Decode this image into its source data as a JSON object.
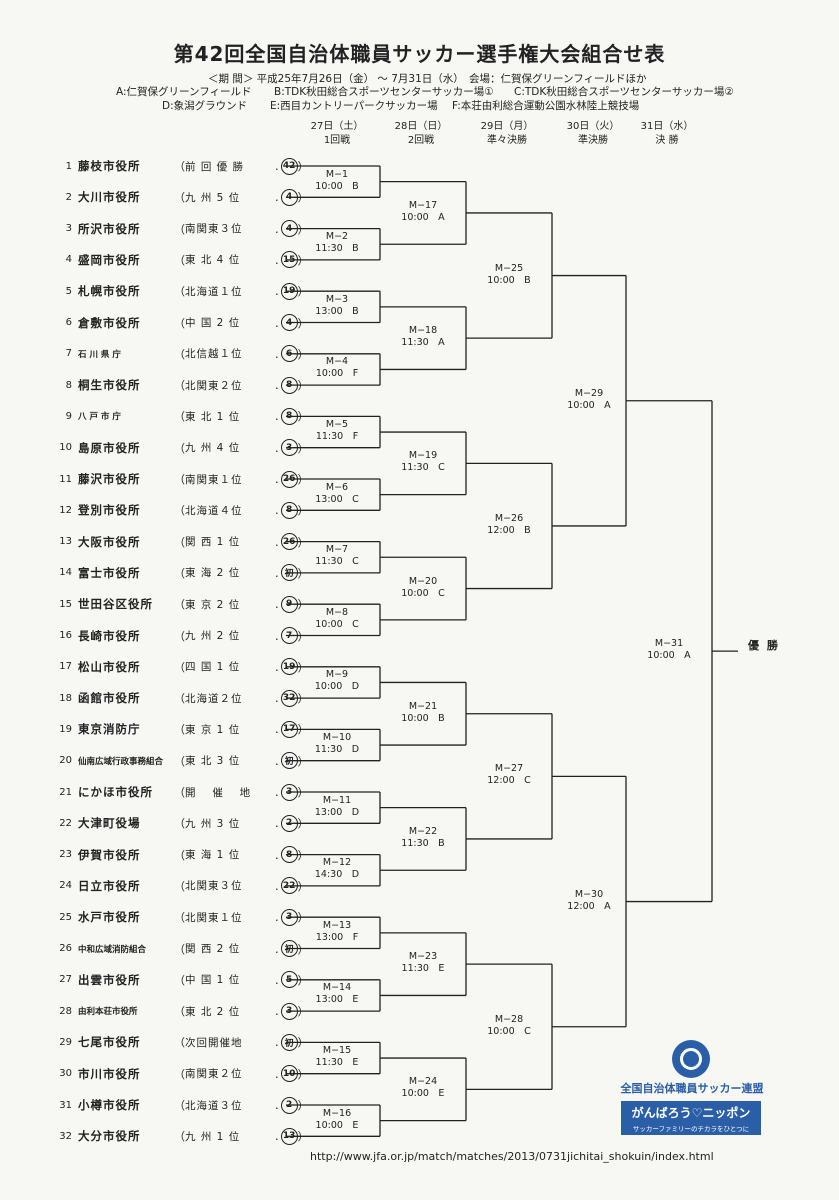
{
  "title": "第42回全国自治体職員サッカー選手権大会組合せ表",
  "period_line": "＜期 間＞ 平成25年7月26日（金） ～ 7月31日（水）　会場：仁賀保グリーンフィールドほか",
  "venues": {
    "a": "A:仁賀保グリーンフィールド",
    "b": "B:TDK秋田総合スポーツセンターサッカー場①",
    "c": "C:TDK秋田総合スポーツセンターサッカー場②",
    "d": "D:象潟グラウンド",
    "e": "E:西目カントリーパークサッカー場",
    "f": "F:本荘由利総合運動公園水林陸上競技場"
  },
  "rounds": [
    {
      "date": "27日（土）",
      "name": "1回戦"
    },
    {
      "date": "28日（日）",
      "name": "2回戦"
    },
    {
      "date": "29日（月）",
      "name": "準々決勝"
    },
    {
      "date": "30日（火）",
      "name": "準決勝"
    },
    {
      "date": "31日（水）",
      "name": "決 勝"
    }
  ],
  "teams": [
    {
      "no": "1",
      "name": "藤枝市役所",
      "note": "前 回 優 勝",
      "count": "42"
    },
    {
      "no": "2",
      "name": "大川市役所",
      "note": "九 州 5 位",
      "count": "4"
    },
    {
      "no": "3",
      "name": "所沢市役所",
      "note": "南関東３位",
      "count": "4"
    },
    {
      "no": "4",
      "name": "盛岡市役所",
      "note": "東 北 4 位",
      "count": "15"
    },
    {
      "no": "5",
      "name": "札幌市役所",
      "note": "北海道１位",
      "count": "19"
    },
    {
      "no": "6",
      "name": "倉敷市役所",
      "note": "中 国 2 位",
      "count": "4"
    },
    {
      "no": "7",
      "name": "石 川 県 庁",
      "note": "北信越１位",
      "count": "6"
    },
    {
      "no": "8",
      "name": "桐生市役所",
      "note": "北関東２位",
      "count": "8"
    },
    {
      "no": "9",
      "name": "八 戸 市 庁",
      "note": "東 北 1 位",
      "count": "8"
    },
    {
      "no": "10",
      "name": "島原市役所",
      "note": "九 州 4 位",
      "count": "3"
    },
    {
      "no": "11",
      "name": "藤沢市役所",
      "note": "南関東１位",
      "count": "26"
    },
    {
      "no": "12",
      "name": "登別市役所",
      "note": "北海道４位",
      "count": "8"
    },
    {
      "no": "13",
      "name": "大阪市役所",
      "note": "関 西 1 位",
      "count": "26"
    },
    {
      "no": "14",
      "name": "富士市役所",
      "note": "東 海 2 位",
      "count": "初"
    },
    {
      "no": "15",
      "name": "世田谷区役所",
      "note": "東 京 2 位",
      "count": "9"
    },
    {
      "no": "16",
      "name": "長崎市役所",
      "note": "九 州 2 位",
      "count": "7"
    },
    {
      "no": "17",
      "name": "松山市役所",
      "note": "四 国 1 位",
      "count": "19"
    },
    {
      "no": "18",
      "name": "函館市役所",
      "note": "北海道２位",
      "count": "32"
    },
    {
      "no": "19",
      "name": "東京消防庁",
      "note": "東 京 1 位",
      "count": "17"
    },
    {
      "no": "20",
      "name": "仙南広域行政事務組合",
      "note": "東 北 3 位",
      "count": "初"
    },
    {
      "no": "21",
      "name": "にかほ市役所",
      "note": "開　 催 　地",
      "count": "3"
    },
    {
      "no": "22",
      "name": "大津町役場",
      "note": "九 州 3 位",
      "count": "2"
    },
    {
      "no": "23",
      "name": "伊賀市役所",
      "note": "東 海 1 位",
      "count": "8"
    },
    {
      "no": "24",
      "name": "日立市役所",
      "note": "北関東３位",
      "count": "22"
    },
    {
      "no": "25",
      "name": "水戸市役所",
      "note": "北関東１位",
      "count": "3"
    },
    {
      "no": "26",
      "name": "中和広域消防組合",
      "note": "関 西 2 位",
      "count": "初"
    },
    {
      "no": "27",
      "name": "出雲市役所",
      "note": "中 国 1 位",
      "count": "5"
    },
    {
      "no": "28",
      "name": "由利本荘市役所",
      "note": "東 北 2 位",
      "count": "3"
    },
    {
      "no": "29",
      "name": "七尾市役所",
      "note": "次回開催地",
      "count": "初"
    },
    {
      "no": "30",
      "name": "市川市役所",
      "note": "南関東２位",
      "count": "10"
    },
    {
      "no": "31",
      "name": "小樽市役所",
      "note": "北海道３位",
      "count": "2"
    },
    {
      "no": "32",
      "name": "大分市役所",
      "note": "九 州 1 位",
      "count": "13"
    }
  ],
  "matches": [
    {
      "id": "M−1",
      "time": "10:00　B"
    },
    {
      "id": "M−2",
      "time": "11:30　B"
    },
    {
      "id": "M−3",
      "time": "13:00　B"
    },
    {
      "id": "M−4",
      "time": "10:00　F"
    },
    {
      "id": "M−5",
      "time": "11:30　F"
    },
    {
      "id": "M−6",
      "time": "13:00　C"
    },
    {
      "id": "M−7",
      "time": "11:30　C"
    },
    {
      "id": "M−8",
      "time": "10:00　C"
    },
    {
      "id": "M−9",
      "time": "10:00　D"
    },
    {
      "id": "M−10",
      "time": "11:30　D"
    },
    {
      "id": "M−11",
      "time": "13:00　D"
    },
    {
      "id": "M−12",
      "time": "14:30　D"
    },
    {
      "id": "M−13",
      "time": "13:00　F"
    },
    {
      "id": "M−14",
      "time": "13:00　E"
    },
    {
      "id": "M−15",
      "time": "11:30　E"
    },
    {
      "id": "M−16",
      "time": "10:00　E"
    },
    {
      "id": "M−17",
      "time": "10:00　A"
    },
    {
      "id": "M−18",
      "time": "11:30　A"
    },
    {
      "id": "M−19",
      "time": "11:30　C"
    },
    {
      "id": "M−20",
      "time": "10:00　C"
    },
    {
      "id": "M−21",
      "time": "10:00　B"
    },
    {
      "id": "M−22",
      "time": "11:30　B"
    },
    {
      "id": "M−23",
      "time": "11:30　E"
    },
    {
      "id": "M−24",
      "time": "10:00　E"
    },
    {
      "id": "M−25",
      "time": "10:00　B"
    },
    {
      "id": "M−26",
      "time": "12:00　B"
    },
    {
      "id": "M−27",
      "time": "12:00　C"
    },
    {
      "id": "M−28",
      "time": "10:00　C"
    },
    {
      "id": "M−29",
      "time": "10:00　A"
    },
    {
      "id": "M−30",
      "time": "12:00　A"
    },
    {
      "id": "M−31",
      "time": "10:00　A"
    }
  ],
  "winner_label": "優 勝",
  "url": "http://www.jfa.or.jp/match/matches/2013/0731jichitai_shokuin/index.html",
  "logo": {
    "org_name": "全国自治体職員サッカー連盟",
    "banner_main": "がんばろう♡ニッポン",
    "banner_sub": "サッカーファミリーのチカラをひとつに",
    "color": "#2a5fa8"
  }
}
